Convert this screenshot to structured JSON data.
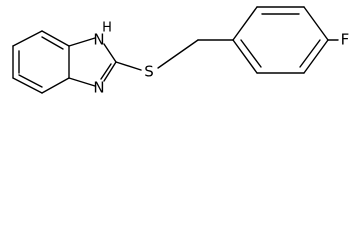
{
  "molecule": {
    "atoms": {
      "nh_label": "H",
      "n1_label": "N",
      "n3_label": "N",
      "s_label": "S",
      "f_label": "F"
    }
  }
}
